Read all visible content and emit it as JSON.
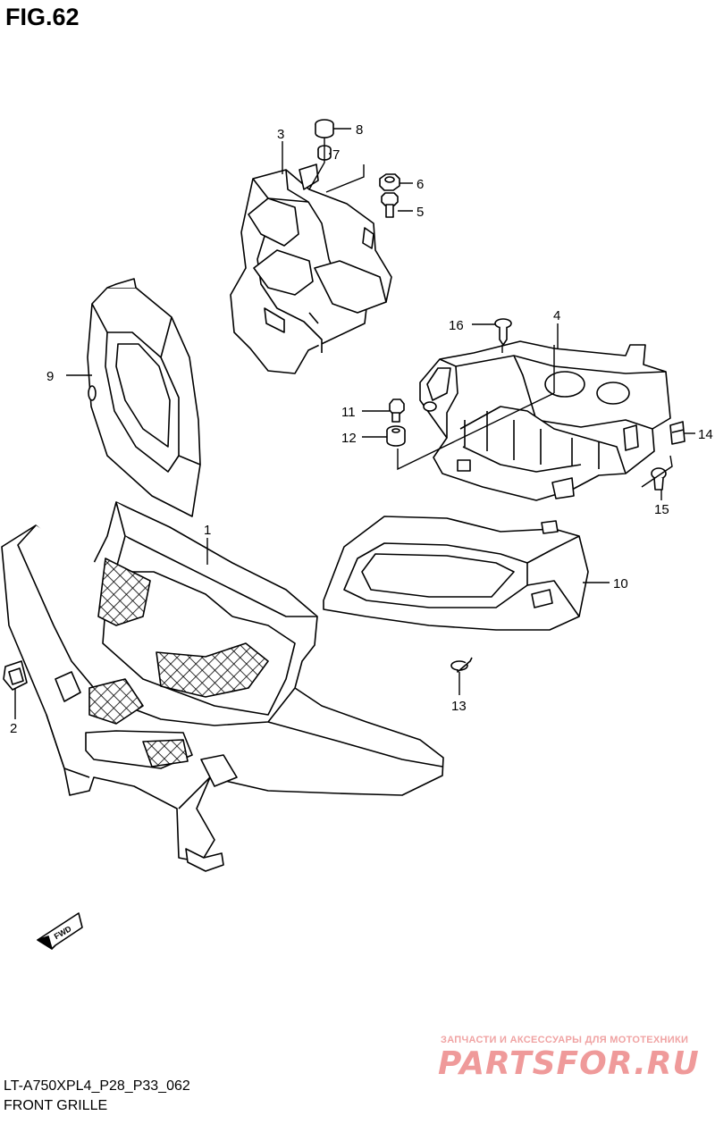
{
  "figure": {
    "title": "FIG.62"
  },
  "footer": {
    "code": "LT-A750XPL4_P28_P33_062",
    "name": "FRONT GRILLE"
  },
  "fwd_badge": {
    "label": "FWD"
  },
  "callouts": [
    {
      "id": "c1",
      "num": "1"
    },
    {
      "id": "c2",
      "num": "2"
    },
    {
      "id": "c3",
      "num": "3"
    },
    {
      "id": "c4",
      "num": "4"
    },
    {
      "id": "c5",
      "num": "5"
    },
    {
      "id": "c6",
      "num": "6"
    },
    {
      "id": "c7",
      "num": "7"
    },
    {
      "id": "c8",
      "num": "8"
    },
    {
      "id": "c9",
      "num": "9"
    },
    {
      "id": "c10",
      "num": "10"
    },
    {
      "id": "c11",
      "num": "11"
    },
    {
      "id": "c12",
      "num": "12"
    },
    {
      "id": "c13",
      "num": "13"
    },
    {
      "id": "c14",
      "num": "14"
    },
    {
      "id": "c15",
      "num": "15"
    },
    {
      "id": "c16",
      "num": "16"
    }
  ],
  "watermark": {
    "tagline": "ЗАПЧАСТИ И АКСЕССУАРЫ ДЛЯ МОТОТЕХНИКИ",
    "logo": "PARTSFOR.RU",
    "color": "#ef9a9a"
  }
}
